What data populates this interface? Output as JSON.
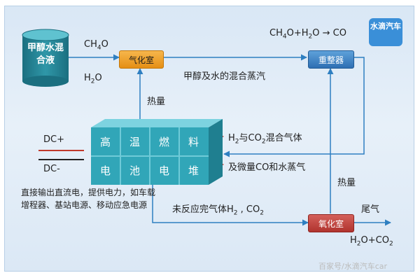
{
  "tank": {
    "label": "甲醇水混合液"
  },
  "inputs": {
    "methane": "CH4O",
    "water": "H2O"
  },
  "boxes": {
    "vaporizer": "气化室",
    "reformer": "重整器",
    "oxidizer": "氧化室"
  },
  "reaction": {
    "formula": "CH4O+H2O → CO"
  },
  "labels": {
    "vapor": "甲醇及水的混合蒸汽",
    "heat_left": "热量",
    "heat_right": "热量",
    "gas_mix": "H2与CO2混合气体",
    "trace": "及微量CO和水蒸气",
    "unreacted": "未反应完气体H2 , CO2",
    "exhaust": "尾气",
    "products": "H2O+CO2"
  },
  "dc": {
    "plus": "DC+",
    "minus": "DC-"
  },
  "stack": {
    "top": [
      "高",
      "温",
      "燃",
      "料"
    ],
    "bottom": [
      "电",
      "池",
      "电",
      "堆"
    ]
  },
  "note": "直接输出直流电，提供电力，如车载增程器、基站电源、移动应急电源",
  "logo": {
    "text": "水滴汽车"
  },
  "watermark": "百家号/水滴汽车car",
  "colors": {
    "orange": "#e58f14",
    "blue": "#2e6fb3",
    "red": "#b0332e",
    "teal": "#3fa9b8",
    "line": "#2e7fc1"
  }
}
